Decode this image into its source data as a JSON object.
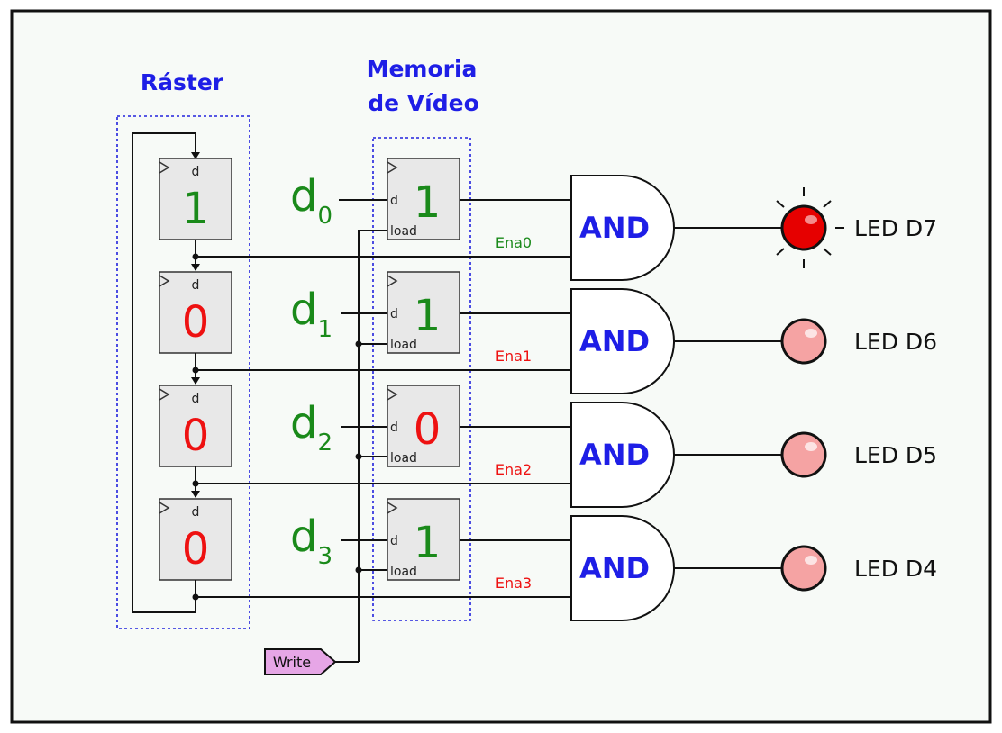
{
  "titles": {
    "raster": "Ráster",
    "memoria_line1": "Memoria",
    "memoria_line2": "de Vídeo"
  },
  "ff_d_label": "d",
  "ff_load_label": "load",
  "raster_values": [
    "1",
    "0",
    "0",
    "0"
  ],
  "memory_values": [
    "1",
    "1",
    "0",
    "1"
  ],
  "data_inputs": [
    {
      "symbol": "d",
      "sub": "0"
    },
    {
      "symbol": "d",
      "sub": "1"
    },
    {
      "symbol": "d",
      "sub": "2"
    },
    {
      "symbol": "d",
      "sub": "3"
    }
  ],
  "enable_labels": [
    "Ena0",
    "Ena1",
    "Ena2",
    "Ena3"
  ],
  "gate_label": "AND",
  "leds": [
    {
      "label": "LED D7",
      "on": true
    },
    {
      "label": "LED D6",
      "on": false
    },
    {
      "label": "LED D5",
      "on": false
    },
    {
      "label": "LED D4",
      "on": false
    }
  ],
  "write_label": "Write",
  "colors": {
    "one": "#1a8a1a",
    "zero": "#ee1111",
    "title_blue": "#1e1ee6",
    "led_on": "#e60000",
    "led_off": "#f5a3a3",
    "background": "#f7faf7",
    "write_tag": "#e6a6e6"
  }
}
